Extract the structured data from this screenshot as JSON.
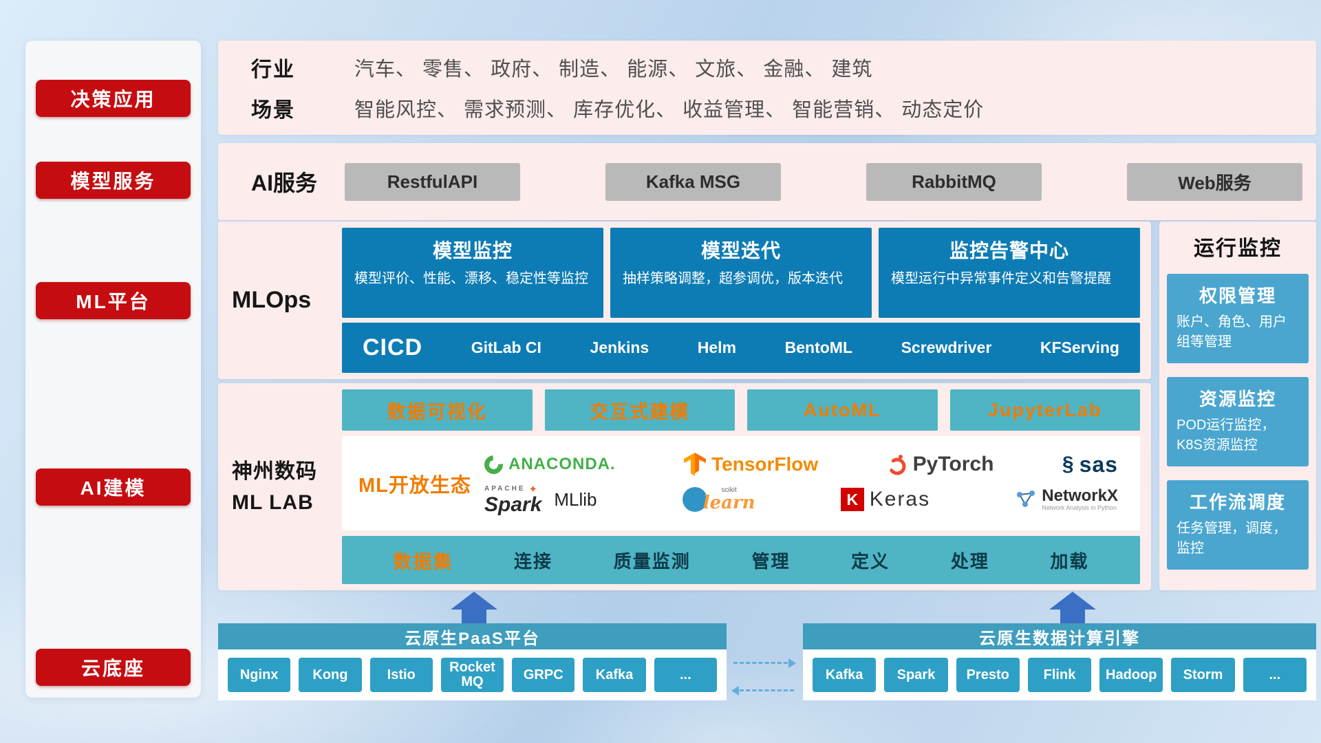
{
  "colors": {
    "accent_red": "#c50d11",
    "panel_pink": "#fcecec",
    "deep_blue": "#0e7cb4",
    "card_blue": "#4aa6cf",
    "teal": "#4fb4c3",
    "teal_dark": "#2fa0c5",
    "orange": "#f07c00",
    "arrow_blue": "#3b6fc4"
  },
  "sidebar": {
    "items": [
      {
        "label": "决策应用"
      },
      {
        "label": "模型服务"
      },
      {
        "label": "ML平台"
      },
      {
        "label": "AI建模"
      },
      {
        "label": "云底座"
      }
    ]
  },
  "industry": {
    "rows": [
      {
        "label": "行业",
        "value": "汽车、 零售、 政府、 制造、 能源、 文旅、 金融、 建筑"
      },
      {
        "label": "场景",
        "value": "智能风控、 需求预测、 库存优化、 收益管理、 智能营销、 动态定价"
      }
    ]
  },
  "ai_service": {
    "label": "AI服务",
    "buttons": [
      "RestfulAPI",
      "Kafka MSG",
      "RabbitMQ",
      "Web服务"
    ]
  },
  "mlops": {
    "label": "MLOps",
    "cards": [
      {
        "title": "模型监控",
        "desc": "模型评价、性能、漂移、稳定性等监控"
      },
      {
        "title": "模型迭代",
        "desc": "抽样策略调整，超参调优，版本迭代"
      },
      {
        "title": "监控告警中心",
        "desc": "模型运行中异常事件定义和告警提醒"
      }
    ],
    "cicd_label": "CICD",
    "cicd_items": [
      "GitLab CI",
      "Jenkins",
      "Helm",
      "BentoML",
      "Screwdriver",
      "KFServing"
    ]
  },
  "monitor": {
    "title": "运行监控",
    "cards": [
      {
        "title": "权限管理",
        "desc": "账户、角色、用户组等管理"
      },
      {
        "title": "资源监控",
        "desc": "POD运行监控，K8S资源监控"
      },
      {
        "title": "工作流调度",
        "desc": "任务管理，调度，监控"
      }
    ]
  },
  "mllab": {
    "label_line1": "神州数码",
    "label_line2": "ML LAB",
    "tools": [
      "数据可视化",
      "交互式建模",
      "AutoML",
      "JupyterLab"
    ],
    "ecosystem_label": "ML开放生态",
    "logos": {
      "anaconda": "ANACONDA.",
      "tensorflow": "TensorFlow",
      "pytorch": "PyTorch",
      "sas": "sas",
      "sas_swirl": "§",
      "spark_apache": "APACHE",
      "spark_star": "✦",
      "spark": "Spark",
      "mllib": "MLlib",
      "scikit_top": "scikit",
      "scikit": "learn",
      "keras_k": "K",
      "keras": "Keras",
      "networkx": "NetworkX",
      "networkx_sub": "Network Analysis in Python"
    },
    "dataset": {
      "label": "数据集",
      "items": [
        "连接",
        "质量监测",
        "管理",
        "定义",
        "处理",
        "加载"
      ]
    }
  },
  "paas": {
    "title": "云原生PaaS平台",
    "buttons": [
      "Nginx",
      "Kong",
      "Istio",
      "RocketMQ",
      "GRPC",
      "Kafka",
      "..."
    ]
  },
  "engine": {
    "title": "云原生数据计算引擎",
    "buttons": [
      "Kafka",
      "Spark",
      "Presto",
      "Flink",
      "Hadoop",
      "Storm",
      "..."
    ]
  }
}
